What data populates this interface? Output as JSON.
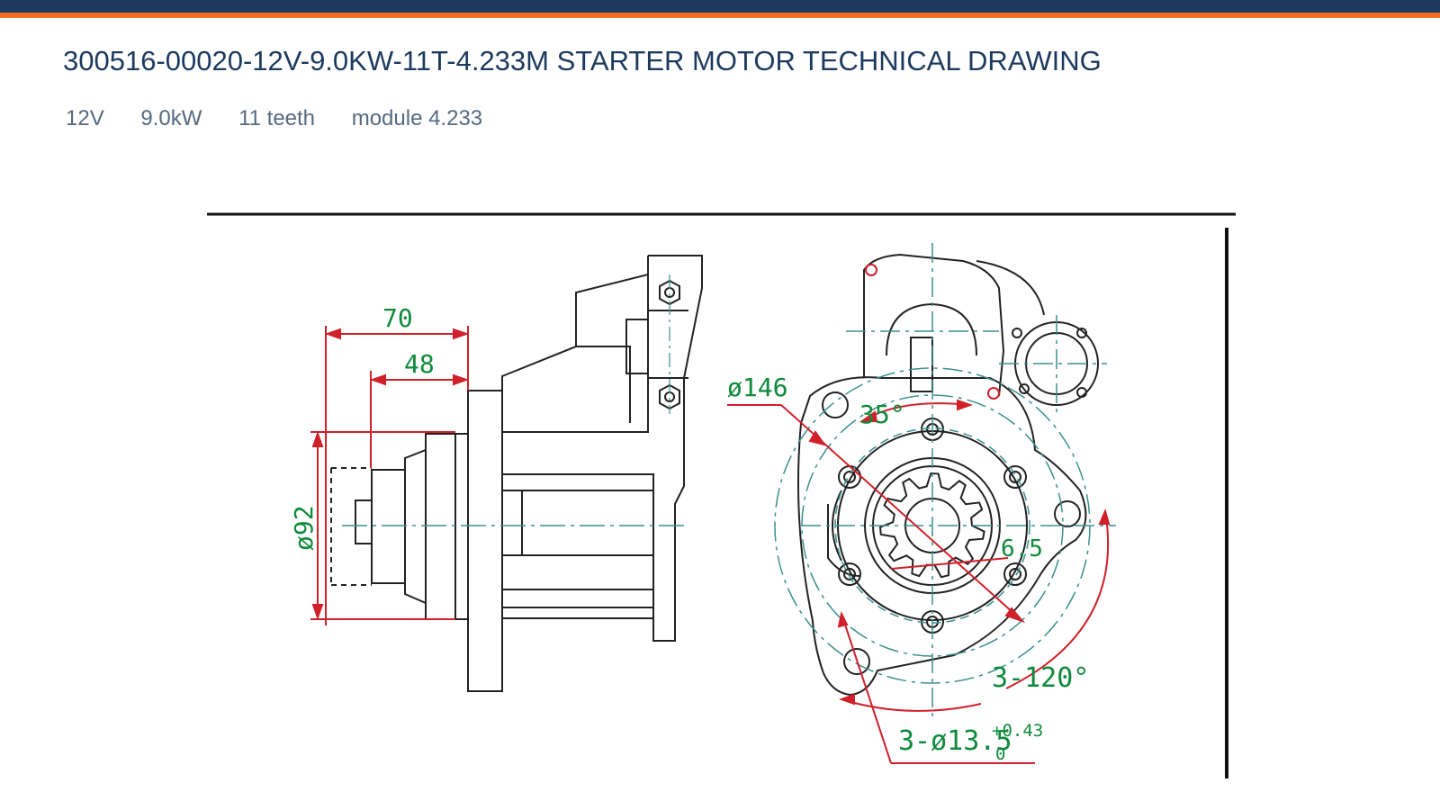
{
  "header": {
    "title": "300516-00020-12V-9.0KW-11T-4.233M STARTER MOTOR TECHNICAL DRAWING",
    "specs": [
      "12V",
      "9.0kW",
      "11 teeth",
      "module 4.233"
    ]
  },
  "drawing": {
    "dimensions": {
      "d70": "70",
      "d48": "48",
      "d92": "ø92",
      "d146": "ø146",
      "a35": "35°",
      "r65": "6.5",
      "a3_120": "3-120°",
      "holes": "3-ø13.5",
      "tol_upper": "+0.43",
      "tol_lower": "0"
    }
  },
  "colors": {
    "navy": "#1c3a5e",
    "orange": "#f26f21",
    "dimension_red": "#d0202a",
    "dimension_green": "#0f8a3c",
    "centerline_teal": "#3b8f8f"
  }
}
